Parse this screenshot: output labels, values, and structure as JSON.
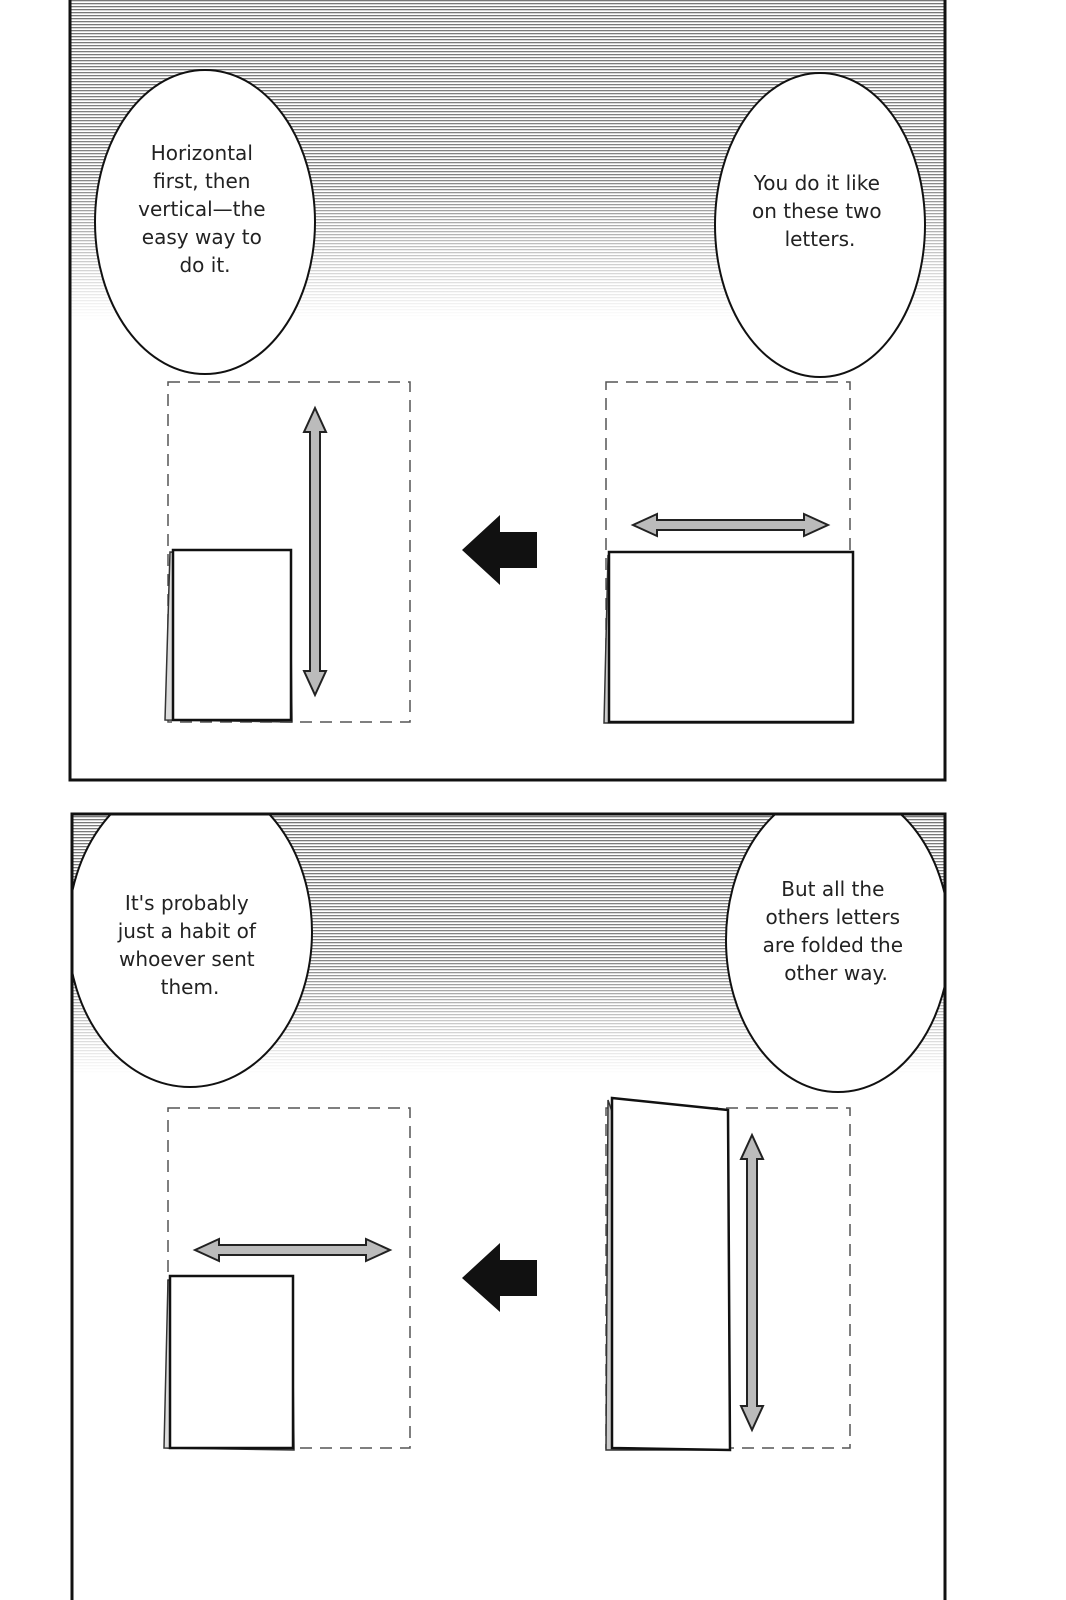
{
  "panels": [
    {
      "bubbles": [
        {
          "lines": [
            "Horizontal",
            "first, then",
            "vertical—the",
            "easy way to",
            "do it."
          ]
        },
        {
          "lines": [
            "You do it like",
            "on these two",
            "letters."
          ]
        }
      ]
    },
    {
      "bubbles": [
        {
          "lines": [
            "It's probably",
            "just a habit of",
            "whoever sent",
            "them."
          ]
        },
        {
          "lines": [
            "But all the",
            "others letters",
            "are folded the",
            "other way."
          ]
        }
      ]
    }
  ]
}
